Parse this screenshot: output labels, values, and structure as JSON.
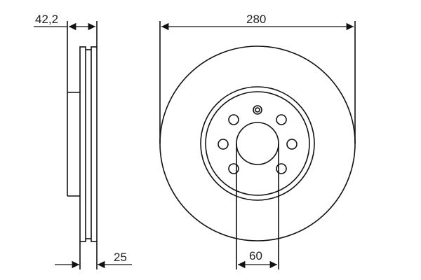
{
  "drawing": {
    "subject": "brake-disc",
    "dimensions": {
      "overall_height": "42,2",
      "disc_thickness": "25",
      "outer_diameter": "280",
      "center_bore": "60"
    }
  },
  "colors": {
    "line": "#111111",
    "text": "#222222",
    "background": "#ffffff"
  }
}
